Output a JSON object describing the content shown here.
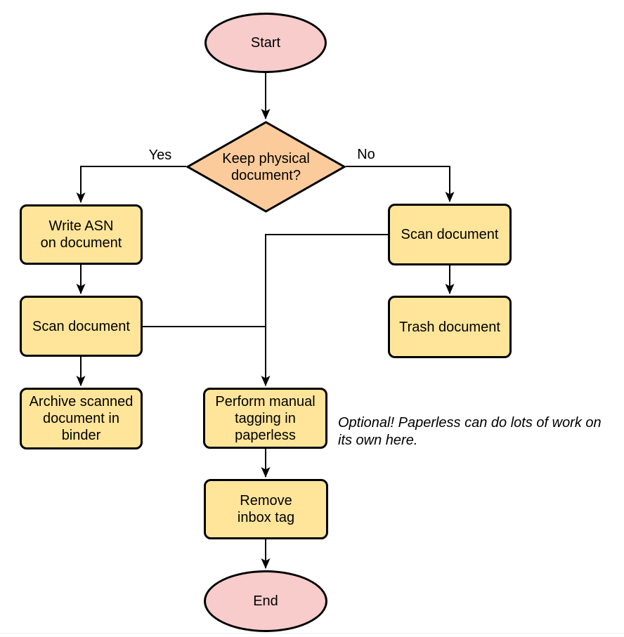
{
  "colors": {
    "terminal_fill": "#F8CCCB",
    "process_fill": "#FFE59A",
    "decision_fill": "#FBCB9B",
    "stroke": "#000000"
  },
  "nodes": {
    "start": {
      "label": "Start"
    },
    "decision": {
      "label": "Keep physical\ndocument?"
    },
    "write_asn": {
      "label": "Write ASN\non document"
    },
    "scan_left": {
      "label": "Scan document"
    },
    "archive": {
      "label": "Archive scanned\ndocument in\nbinder"
    },
    "scan_right": {
      "label": "Scan document"
    },
    "trash": {
      "label": "Trash document"
    },
    "tagging": {
      "label": "Perform manual\ntagging in\npaperless"
    },
    "remove_inbox": {
      "label": "Remove\ninbox tag"
    },
    "end": {
      "label": "End"
    }
  },
  "edge_labels": {
    "yes": "Yes",
    "no": "No"
  },
  "note": "Optional! Paperless can do lots of work on\nits own here."
}
